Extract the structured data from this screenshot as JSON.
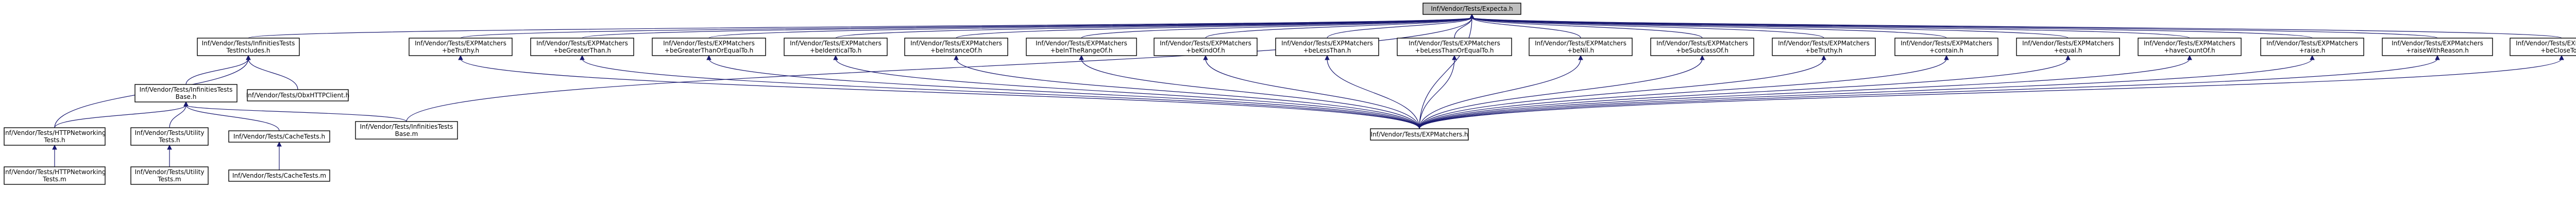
{
  "diagram": {
    "type": "include-dependency-graph",
    "colors": {
      "node_fill": "#ffffff",
      "root_fill": "#bfbfbf",
      "border": "#000000",
      "edge": "#191970"
    },
    "nodes": [
      {
        "id": "expecta",
        "lines": [
          "Inf/Vendor/Tests/Expecta.h"
        ],
        "root": true
      },
      {
        "id": "inf_tests_include",
        "lines": [
          "Inf/Vendor/Tests/InfinitiesTests",
          "TestIncludes.h"
        ]
      },
      {
        "id": "betrue",
        "lines": [
          "Inf/Vendor/Tests/EXPMatchers",
          "+beTruthy.h"
        ]
      },
      {
        "id": "begreaterthan",
        "lines": [
          "Inf/Vendor/Tests/EXPMatchers",
          "+beGreaterThan.h"
        ]
      },
      {
        "id": "begreaterthanorequal",
        "lines": [
          "Inf/Vendor/Tests/EXPMatchers",
          "+beGreaterThanOrEqualTo.h"
        ]
      },
      {
        "id": "beidenticalto",
        "lines": [
          "Inf/Vendor/Tests/EXPMatchers",
          "+beIdenticalTo.h"
        ]
      },
      {
        "id": "beinstanceof",
        "lines": [
          "Inf/Vendor/Tests/EXPMatchers",
          "+beInstanceOf.h"
        ]
      },
      {
        "id": "beintherangeof",
        "lines": [
          "Inf/Vendor/Tests/EXPMatchers",
          "+beInTheRangeOf.h"
        ]
      },
      {
        "id": "bekindof",
        "lines": [
          "Inf/Vendor/Tests/EXPMatchers",
          "+beKindOf.h"
        ]
      },
      {
        "id": "belessthan",
        "lines": [
          "Inf/Vendor/Tests/EXPMatchers",
          "+beLessThan.h"
        ]
      },
      {
        "id": "belessthanorequal",
        "lines": [
          "Inf/Vendor/Tests/EXPMatchers",
          "+beLessThanOrEqualTo.h"
        ]
      },
      {
        "id": "benil",
        "lines": [
          "Inf/Vendor/Tests/EXPMatchers",
          "+beNil.h"
        ]
      },
      {
        "id": "besubclassof",
        "lines": [
          "Inf/Vendor/Tests/EXPMatchers",
          "+beSubclassOf.h"
        ]
      },
      {
        "id": "betruthy",
        "lines": [
          "Inf/Vendor/Tests/EXPMatchers",
          "+beTruthy.h"
        ]
      },
      {
        "id": "contain",
        "lines": [
          "Inf/Vendor/Tests/EXPMatchers",
          "+contain.h"
        ]
      },
      {
        "id": "equal",
        "lines": [
          "Inf/Vendor/Tests/EXPMatchers",
          "+equal.h"
        ]
      },
      {
        "id": "havecountof",
        "lines": [
          "Inf/Vendor/Tests/EXPMatchers",
          "+haveCountOf.h"
        ]
      },
      {
        "id": "raise",
        "lines": [
          "Inf/Vendor/Tests/EXPMatchers",
          "+raise.h"
        ]
      },
      {
        "id": "raisewithreason",
        "lines": [
          "Inf/Vendor/Tests/EXPMatchers",
          "+raiseWithReason.h"
        ]
      },
      {
        "id": "becloseto",
        "lines": [
          "Inf/Vendor/Tests/EXPMatchers",
          "+beCloseTo.h"
        ]
      },
      {
        "id": "inf_tests_base",
        "lines": [
          "Inf/Vendor/Tests/InfinitiesTests",
          "Base.h"
        ]
      },
      {
        "id": "obx_client",
        "lines": [
          "Inf/Vendor/Tests/ObxHTTPClient.h"
        ]
      },
      {
        "id": "inf_tests_base2",
        "lines": [
          "Inf/Vendor/Tests/InfinitiesTests",
          "Base.m"
        ]
      },
      {
        "id": "exp_matchers",
        "lines": [
          "Inf/Vendor/Tests/EXPMatchers.h"
        ]
      },
      {
        "id": "httpnet_tests_h",
        "lines": [
          "Inf/Vendor/Tests/HTTPNetworking",
          "Tests.h"
        ]
      },
      {
        "id": "utility_tests_h",
        "lines": [
          "Inf/Vendor/Tests/Utility",
          "Tests.h"
        ]
      },
      {
        "id": "cache_tests_h",
        "lines": [
          "Inf/Vendor/Tests/CacheTests.h"
        ]
      },
      {
        "id": "httpnet_tests_m",
        "lines": [
          "Inf/Vendor/Tests/HTTPNetworking",
          "Tests.m"
        ]
      },
      {
        "id": "utility_tests_m",
        "lines": [
          "Inf/Vendor/Tests/Utility",
          "Tests.m"
        ]
      },
      {
        "id": "cache_tests_m",
        "lines": [
          "Inf/Vendor/Tests/CacheTests.m"
        ]
      }
    ],
    "edges": [
      [
        "expecta",
        "inf_tests_include"
      ],
      [
        "expecta",
        "betrue"
      ],
      [
        "expecta",
        "begreaterthan"
      ],
      [
        "expecta",
        "begreaterthanorequal"
      ],
      [
        "expecta",
        "beidenticalto"
      ],
      [
        "expecta",
        "beinstanceof"
      ],
      [
        "expecta",
        "beintherangeof"
      ],
      [
        "expecta",
        "bekindof"
      ],
      [
        "expecta",
        "belessthan"
      ],
      [
        "expecta",
        "belessthanorequal"
      ],
      [
        "expecta",
        "benil"
      ],
      [
        "expecta",
        "besubclassof"
      ],
      [
        "expecta",
        "betruthy"
      ],
      [
        "expecta",
        "contain"
      ],
      [
        "expecta",
        "equal"
      ],
      [
        "expecta",
        "havecountof"
      ],
      [
        "expecta",
        "raise"
      ],
      [
        "expecta",
        "raisewithreason"
      ],
      [
        "expecta",
        "becloseto"
      ],
      [
        "expecta",
        "inf_tests_base2"
      ],
      [
        "expecta",
        "exp_matchers"
      ],
      [
        "inf_tests_include",
        "inf_tests_base"
      ],
      [
        "inf_tests_include",
        "obx_client"
      ],
      [
        "inf_tests_include",
        "httpnet_tests_h"
      ],
      [
        "inf_tests_base",
        "httpnet_tests_h"
      ],
      [
        "inf_tests_base",
        "utility_tests_h"
      ],
      [
        "inf_tests_base",
        "cache_tests_h"
      ],
      [
        "inf_tests_base",
        "inf_tests_base2"
      ],
      [
        "httpnet_tests_h",
        "httpnet_tests_m"
      ],
      [
        "utility_tests_h",
        "utility_tests_m"
      ],
      [
        "cache_tests_h",
        "cache_tests_m"
      ],
      [
        "betrue",
        "exp_matchers"
      ],
      [
        "begreaterthan",
        "exp_matchers"
      ],
      [
        "begreaterthanorequal",
        "exp_matchers"
      ],
      [
        "beidenticalto",
        "exp_matchers"
      ],
      [
        "beinstanceof",
        "exp_matchers"
      ],
      [
        "beintherangeof",
        "exp_matchers"
      ],
      [
        "bekindof",
        "exp_matchers"
      ],
      [
        "belessthan",
        "exp_matchers"
      ],
      [
        "belessthanorequal",
        "exp_matchers"
      ],
      [
        "benil",
        "exp_matchers"
      ],
      [
        "besubclassof",
        "exp_matchers"
      ],
      [
        "betruthy",
        "exp_matchers"
      ],
      [
        "contain",
        "exp_matchers"
      ],
      [
        "equal",
        "exp_matchers"
      ],
      [
        "havecountof",
        "exp_matchers"
      ],
      [
        "raise",
        "exp_matchers"
      ],
      [
        "raisewithreason",
        "exp_matchers"
      ],
      [
        "becloseto",
        "exp_matchers"
      ]
    ]
  }
}
